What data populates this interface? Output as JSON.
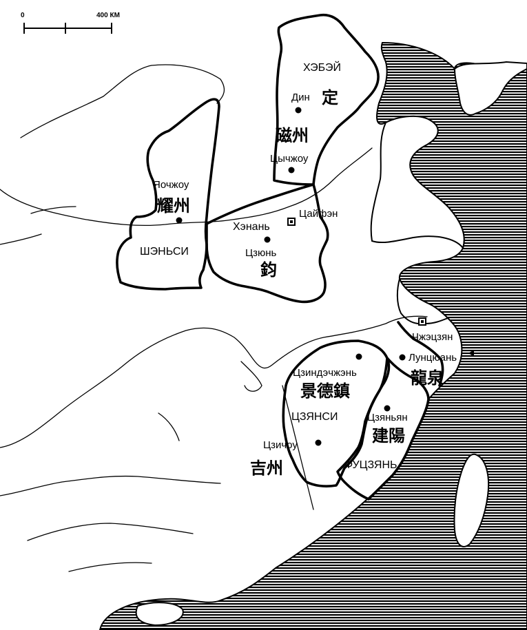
{
  "scale": {
    "zero": "0",
    "max": "400 КМ"
  },
  "provinces": {
    "hebei": "ХЭБЭЙ",
    "shaanxi": "ШЭНЬСИ",
    "henan": "Хэнань",
    "jiangxi": "ЦЗЯНСИ",
    "fujian": "ФУЦЗЯНЬ"
  },
  "places": {
    "din": "Дин",
    "cizhou": "Цычжоу",
    "yaozhou": "Яочжоу",
    "kaifeng": "Цайфэн",
    "jun": "Цзюнь",
    "zhejiang": "Чжэцзян",
    "longquan": "Лунцюань",
    "jingdezhen": "Цзиндэчжэнь",
    "jianyang": "Цзяньян",
    "jizhou": "Цзичоу"
  },
  "hanzi": {
    "din": "定",
    "cizhou": "磁州",
    "yaozhou": "耀州",
    "jun": "鈞",
    "longquan": "龍泉",
    "jingdezhen": "景德鎮",
    "jianyang": "建陽",
    "jizhou": "吉州"
  }
}
